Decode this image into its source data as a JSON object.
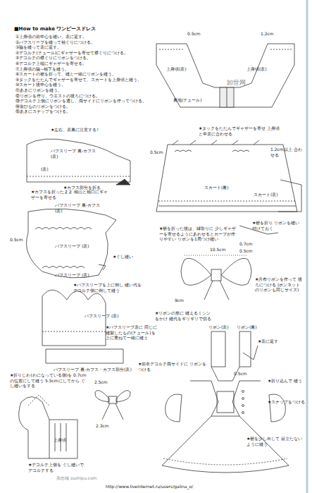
{
  "diagram": {
    "title": "■How to make ワンピースドレス",
    "labels": [
      "①上身頃の前中心を縫い、表に返す。",
      "②パフスリーブを縫って袖ぐりにつける。",
      "③脇を縫って表に返す。",
      "④デコルテ(チュール)にギャザーを寄せて襟ぐりにつける。",
      "⑤デコルテの襟ぐりにリボンをつける。",
      "⑥デコルテ上端にギャザーを寄せる。",
      "⑦上身頃の脇~袖下を縫う。",
      "⑧スカートの裾を折って、縫と一緒にリボンを縫う。",
      "⑨タックをたたんでギャザーを寄せて、スカートを上身頃と縫う。",
      "⑩スカート後中心を縫う。",
      "⑪あきにリボンを縫う。",
      "⑫リボンを作り、ウエストの後ろにつける。",
      "⑬デコルテ上側にリボンを通し、両サイドにリボンを作ってつける。",
      "⑭首ひものリボンをつける。",
      "⑮あきにスナップをつける。",
      "0.5cm",
      "1.2cm",
      "上身頃(表)",
      "上身頃(表)",
      "裏地(チュール)",
      "卸世网",
      "★左右、表裏に注意する!",
      "パフスリーブ 裏-カフス(表)",
      "(表)",
      "★カフス部分を折る",
      "パフスリーブ 裏-カフス(表)",
      "★カフスを折ったまま 袖山と袖口にギャザーを寄せる",
      "0.5cm",
      "パフスリーブ (表)",
      "★ぐし縫い",
      "パフスリーブ (表)",
      "★パフスリーブを上に倒し 縫い代をデコルテ側に倒して縫う",
      "パフスリーブ (表)",
      "パフスリーブ 裏-カフス・カフス部分(表)",
      "★パフスリーブ表に 同じに縫製したもの(チュール)を 上に重ねて一緒に縫う",
      "★折りじわ(わになっている側)を 0.7cmの位置にして縫う 5.5cmにしてから ぐし縫いをする",
      "上身頃",
      "★デコルテ上側を ぐし縫いで デコルテする",
      "杂志铺 zazhipu.com",
      "★タックをたたんでギャザーを寄せ 上身頃と中表に合わせる",
      "0.5cm",
      "1.2cm以上 合わせる",
      "スカート(裏)",
      "スカート(表)",
      "★裾を折り リボンを縫い付けておく",
      "0.7cm",
      "0.5cm",
      "★裾を折った後は、縁取りに 少しギャザーを寄せるようにあわせるとカーブが作りやすい リボンを1周つけ縫い",
      "10.5cm",
      "9cm",
      "★共布リボンを作って 後ろにつける (ボンネットのリボンも同じサイズ)",
      "★リボンの形に 縫えるミシンをかけ 縫代をギリギリで切る",
      "リボン(表)",
      "リボン(裏)",
      "★表に返す",
      "0.5cm",
      "2.5cm",
      "2.3cm",
      "★前衣デコルテ両サイドに リボンをつける",
      "★折り込んで 縫う",
      "★スナップをつける",
      "★裾を少し出して 目立たないように縫う",
      "http://www.liveinternet.ru/users/galina_o/"
    ]
  }
}
